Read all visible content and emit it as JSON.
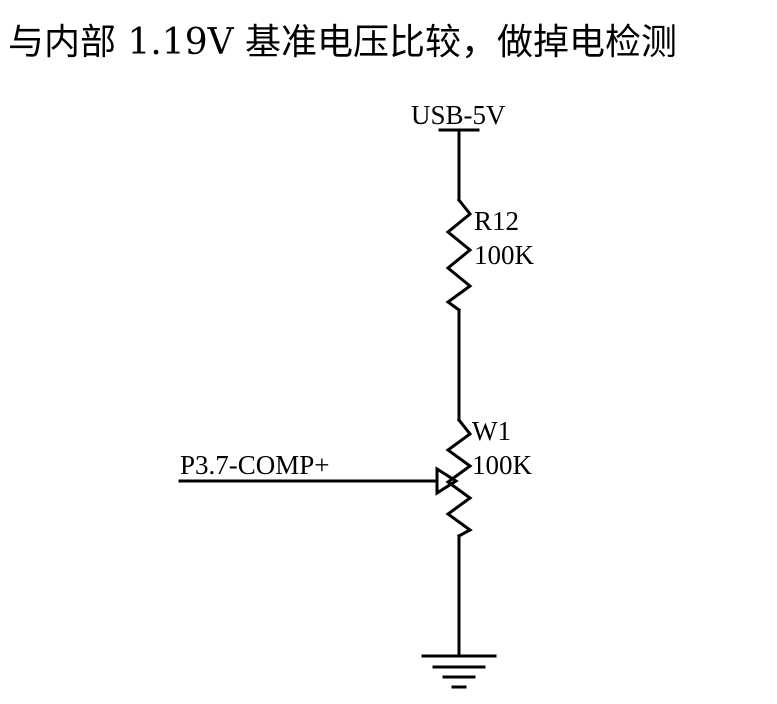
{
  "title": "与内部 1.19V 基准电压比较，做掉电检测",
  "power": {
    "label": "USB-5V"
  },
  "resistor": {
    "ref": "R12",
    "value": "100K"
  },
  "potentiometer": {
    "ref": "W1",
    "value": "100K"
  },
  "input_net": {
    "label": "P3.7-COMP+"
  }
}
